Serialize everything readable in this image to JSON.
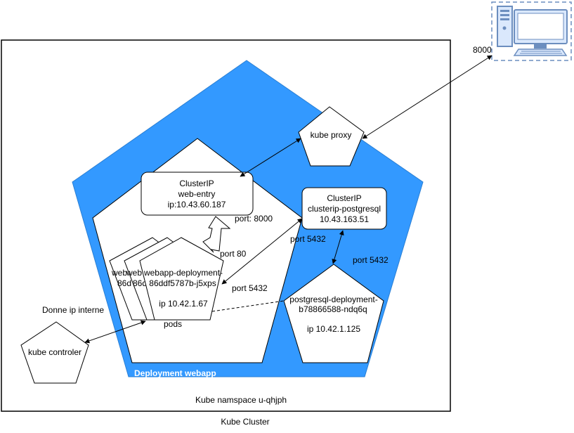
{
  "colors": {
    "namespace_fill": "#3399ff",
    "pc_stroke": "#6c8ebf",
    "pc_fill": "#dae8fc"
  },
  "labels": {
    "cluster": "Kube Cluster",
    "namespace": "Kube namspace u-qhjph",
    "deployment": "Deployment webapp",
    "kube_proxy": "kube proxy",
    "kube_controller": "kube controler",
    "donne_ip": "Donne ip interne",
    "pods": "pods",
    "pc_port": "8000",
    "svc_web": [
      "ClusterIP",
      "web-entry",
      "ip:10.43.60.187"
    ],
    "svc_pg": [
      "ClusterIP",
      "clusterip-postgresql",
      "10.43.163.51"
    ],
    "webapp_pod": [
      "webapp-deployment-",
      "86ddf5787b-j5xps",
      "",
      "ip 10.42.1.67"
    ],
    "pod_back1": [
      "web",
      "86d"
    ],
    "pod_back2": [
      "web",
      "86d"
    ],
    "pg_pod": [
      "postgresql-deployment-",
      "b78866588-ndq6q",
      "",
      "ip 10.42.1.125"
    ],
    "port_8000": "port: 8000",
    "port_80": "port 80",
    "port_5432_a": "port 5432",
    "port_5432_b": "port 5432",
    "port_5432_c": "port 5432"
  }
}
